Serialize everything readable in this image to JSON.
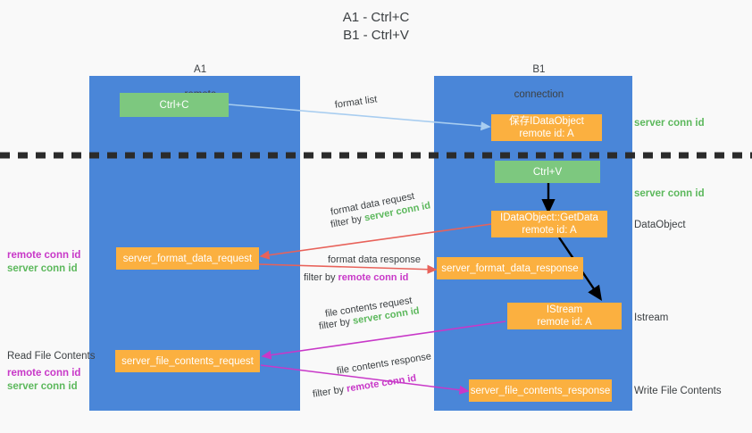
{
  "title": "A1 - Ctrl+C\nB1 - Ctrl+V",
  "colors": {
    "column": "#4a86d8",
    "green_box": "#7dc87f",
    "orange_box": "#fbb040",
    "red_arrow": "#e8625a",
    "magenta_arrow": "#c838c8",
    "blue_arrow": "#a8cdf0",
    "black_arrow": "#000000",
    "server_conn_text": "#5cb85c",
    "remote_conn_text": "#c838c8",
    "background": "#f9f9f9",
    "text": "#3c4043"
  },
  "columns": [
    {
      "id": "a1",
      "name": "A1",
      "sub": "remote"
    },
    {
      "id": "b1",
      "name": "B1",
      "sub": "connection"
    }
  ],
  "boxes": {
    "ctrl_c": {
      "line1": "Ctrl+C",
      "line2": "",
      "kind": "green"
    },
    "save_idataobject": {
      "line1": "保存IDataObject",
      "line2": "remote id: A",
      "kind": "orange"
    },
    "ctrl_v": {
      "line1": "Ctrl+V",
      "line2": "",
      "kind": "green"
    },
    "getdata": {
      "line1": "IDataObject::GetData",
      "line2": "remote id: A",
      "kind": "orange"
    },
    "format_data_request": {
      "line1": "server_format_data_request",
      "line2": "",
      "kind": "orange"
    },
    "format_data_response": {
      "line1": "server_format_data_response",
      "line2": "",
      "kind": "orange"
    },
    "istream": {
      "line1": "IStream",
      "line2": "remote id: A",
      "kind": "orange"
    },
    "file_contents_request": {
      "line1": "server_file_contents_request",
      "line2": "",
      "kind": "orange"
    },
    "file_contents_response": {
      "line1": "server_file_contents_response",
      "line2": "",
      "kind": "orange"
    }
  },
  "right_labels": {
    "server_conn_id_top": "server conn id",
    "server_conn_id_mid": "server conn id",
    "dataobject": "DataObject",
    "istream": "Istream",
    "write_file_contents": "Write File Contents"
  },
  "left_labels": {
    "remote_conn_id_upper": "remote conn id",
    "server_conn_id_upper": "server conn id",
    "read_file_contents": "Read File Contents",
    "remote_conn_id_lower": "remote conn id",
    "server_conn_id_lower": "server conn id"
  },
  "edge_labels": {
    "format_list": "format list",
    "format_data_request": "format data request",
    "format_data_request_filter_prefix": "filter by ",
    "format_data_request_filter_value": "server conn id",
    "format_data_response": "format data response",
    "format_data_response_filter_prefix": "filter by ",
    "format_data_response_filter_value": "remote conn id",
    "file_contents_request": "file contents request",
    "file_contents_request_filter_prefix": "filter by ",
    "file_contents_request_filter_value": "server conn id",
    "file_contents_response": "file contents response",
    "file_contents_response_filter_prefix": "filter by ",
    "file_contents_response_filter_value": "remote conn id"
  }
}
